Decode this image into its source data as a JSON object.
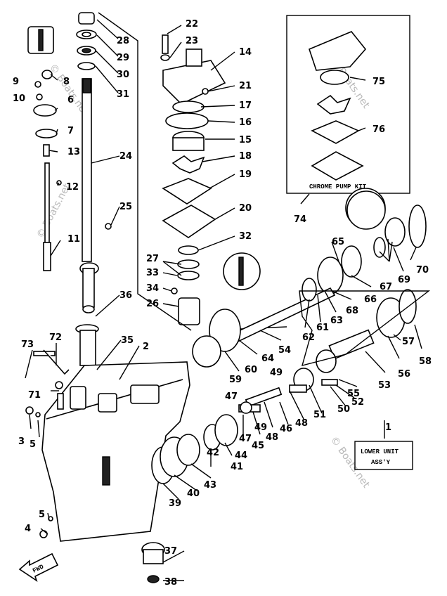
{
  "diagram": {
    "callouts": [
      "1",
      "2",
      "3",
      "4",
      "5",
      "5",
      "6",
      "7",
      "8",
      "9",
      "10",
      "11",
      "12",
      "13",
      "14",
      "15",
      "16",
      "17",
      "18",
      "19",
      "20",
      "21",
      "22",
      "23",
      "24",
      "25",
      "26",
      "27",
      "28",
      "29",
      "30",
      "31",
      "32",
      "33",
      "34",
      "35",
      "36",
      "37",
      "38",
      "39",
      "40",
      "41",
      "42",
      "43",
      "44",
      "45",
      "46",
      "47",
      "47",
      "48",
      "48",
      "49",
      "49",
      "50",
      "51",
      "52",
      "53",
      "54",
      "55",
      "56",
      "57",
      "58",
      "59",
      "60",
      "61",
      "62",
      "63",
      "64",
      "65",
      "66",
      "67",
      "68",
      "69",
      "70",
      "71",
      "72",
      "73",
      "74",
      "75",
      "76"
    ],
    "chrome_pump_kit_label": "CHROME PUMP KIT",
    "lower_unit_label_line1": "LOWER UNIT",
    "lower_unit_label_line2": "ASS'Y",
    "forward_arrow_label": "FWD",
    "watermark": "© Boats.net"
  }
}
